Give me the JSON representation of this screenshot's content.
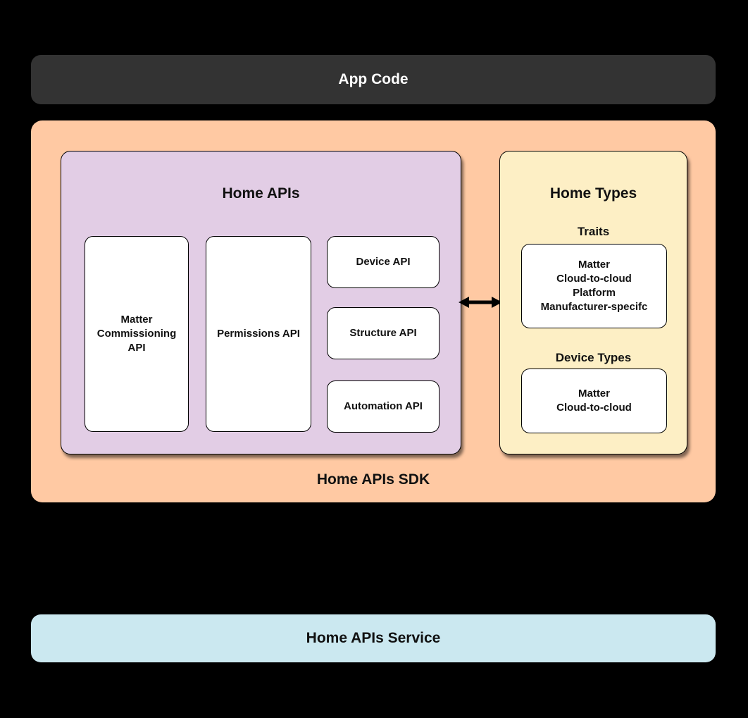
{
  "app_code": {
    "label": "App Code"
  },
  "sdk": {
    "label": "Home APIs SDK",
    "home_apis": {
      "title": "Home APIs",
      "matter_commissioning_api": "Matter\nCommissioning\nAPI",
      "permissions_api": "Permissions API",
      "device_api": "Device API",
      "structure_api": "Structure API",
      "automation_api": "Automation API"
    },
    "arrow_icon": "bidirectional-arrow",
    "home_types": {
      "title": "Home Types",
      "traits_heading": "Traits",
      "traits": "Matter\nCloud-to-cloud\nPlatform\nManufacturer-specifc",
      "device_types_heading": "Device Types",
      "device_types": "Matter\nCloud-to-cloud"
    }
  },
  "service": {
    "label": "Home APIs Service"
  },
  "colors": {
    "background": "#000000",
    "app_code_bg": "#333333",
    "app_code_text": "#FFFFFF",
    "sdk_bg": "#FFC9A3",
    "home_apis_bg": "#E2CDE5",
    "home_types_bg": "#FDEFC5",
    "card_bg": "#FFFFFF",
    "service_bg": "#CBE8F0",
    "border": "#000000",
    "text": "#111111"
  }
}
